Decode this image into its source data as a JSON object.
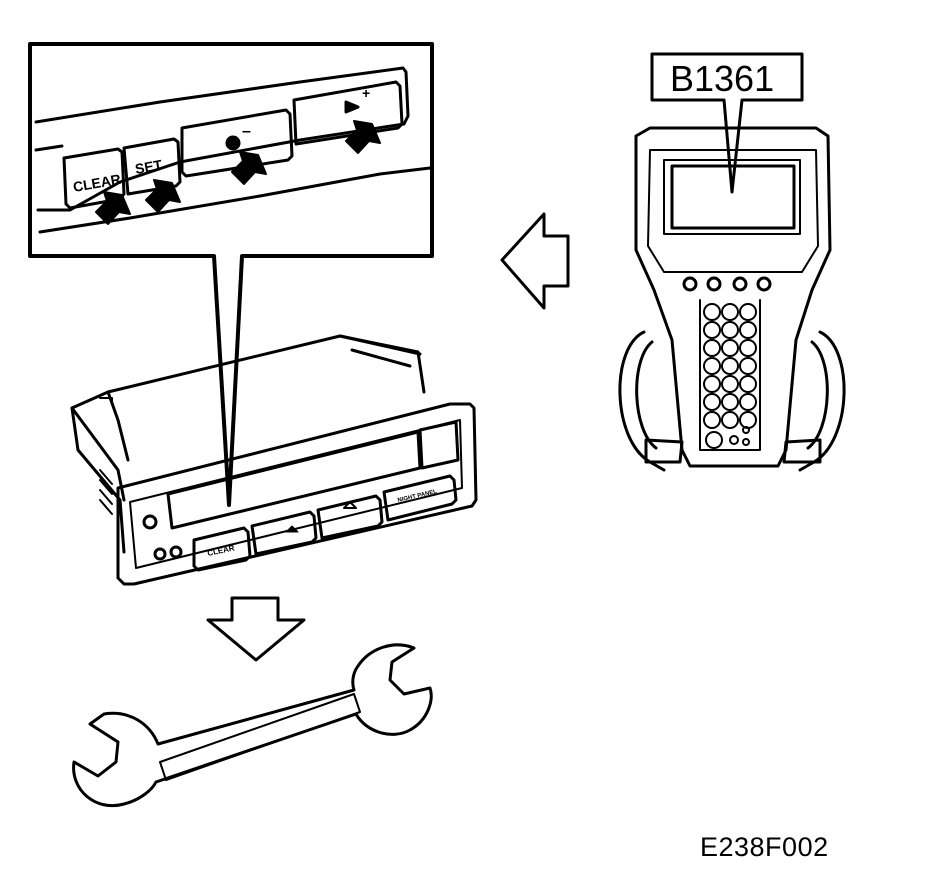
{
  "figure": {
    "reference_code": "E238F002",
    "inset_labels": {
      "clear": "CLEAR",
      "set": "SET",
      "minus_sign": "–",
      "plus_sign": "+"
    },
    "unit_labels": {
      "clear": "CLEAR",
      "right_button": "NIGHT PANEL"
    },
    "scan_tool_display": "B1361",
    "icons": [
      "pointer-arrow-icon",
      "left-arrow-icon",
      "down-arrow-icon",
      "wrench-icon"
    ],
    "colors": {
      "ink": "#000000",
      "paper": "#ffffff"
    }
  }
}
